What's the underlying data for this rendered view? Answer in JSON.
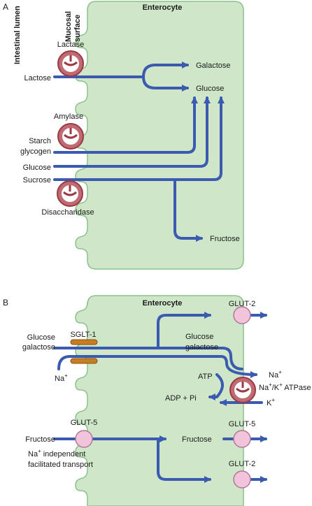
{
  "panelA": {
    "letter": "A",
    "lumen": "Intestinal lumen",
    "mucosal": [
      "Mucosal",
      "surface"
    ],
    "cell": "Enterocyte",
    "enzymes": {
      "lactase": "Lactase",
      "amylase": "Amylase",
      "disaccharidase": "Disaccharidase"
    },
    "inputs": {
      "lactose": "Lactose",
      "starch": "Starch",
      "glycogen": "glycogen",
      "glucose": "Glucose",
      "sucrose": "Sucrose"
    },
    "products": {
      "galactose": "Galactose",
      "glucose": "Glucose",
      "fructose": "Fructose"
    }
  },
  "panelB": {
    "letter": "B",
    "cell": "Enterocyte",
    "sglt1": "SGLT-1",
    "input1": "Glucose",
    "input2": "galactose",
    "na": "Na",
    "plus": "+",
    "k": "K",
    "inside1": "Glucose",
    "inside2": "galactose",
    "atp": "ATP",
    "adp": "ADP + Pi",
    "pump": "/K",
    "pump_suffix": " ATPase",
    "glut2": "GLUT-2",
    "glut5": "GLUT-5",
    "fructose_in": "Fructose",
    "fructose_mid": "Fructose",
    "note2": "independent",
    "note3": "facilitated transport"
  },
  "colors": {
    "cell_fill": "#cfe7c8",
    "cell_stroke": "#8cc28c",
    "arrow": "#3a5bb0",
    "enzyme": "#b03a3a",
    "glut": "#f2c4dc",
    "sglt": "#c87d22"
  }
}
